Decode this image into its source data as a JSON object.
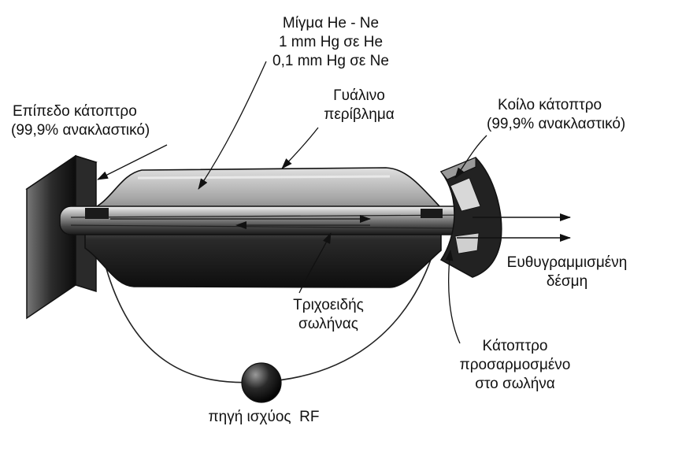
{
  "labels": {
    "mixture": [
      "Μίγμα He - Ne",
      "1 mm Hg σε He",
      "0,1 mm Hg σε Ne"
    ],
    "flat_mirror": [
      "Επίπεδο κάτοπτρο",
      "(99,9% ανακλαστικό)"
    ],
    "glass_envelope": [
      "Γυάλινο",
      "περίβλημα"
    ],
    "concave_mirror": [
      "Κοίλο κάτοπτρο",
      "(99,9% ανακλαστικό)"
    ],
    "collimated_beam": [
      "Ευθυγραμμισμένη",
      "δέσμη"
    ],
    "capillary": [
      "Τριχοειδής",
      "σωλήνας"
    ],
    "tube_mirror": [
      "Κάτοπτρο",
      "προσαρμοσμένο",
      "στο σωλήνα"
    ],
    "rf_source": "πηγή ισχύος  RF"
  },
  "colors": {
    "ink": "#111111",
    "envelope_dark": "#1c1c1c",
    "envelope_light": "#bdbdbd",
    "background": "#ffffff"
  }
}
